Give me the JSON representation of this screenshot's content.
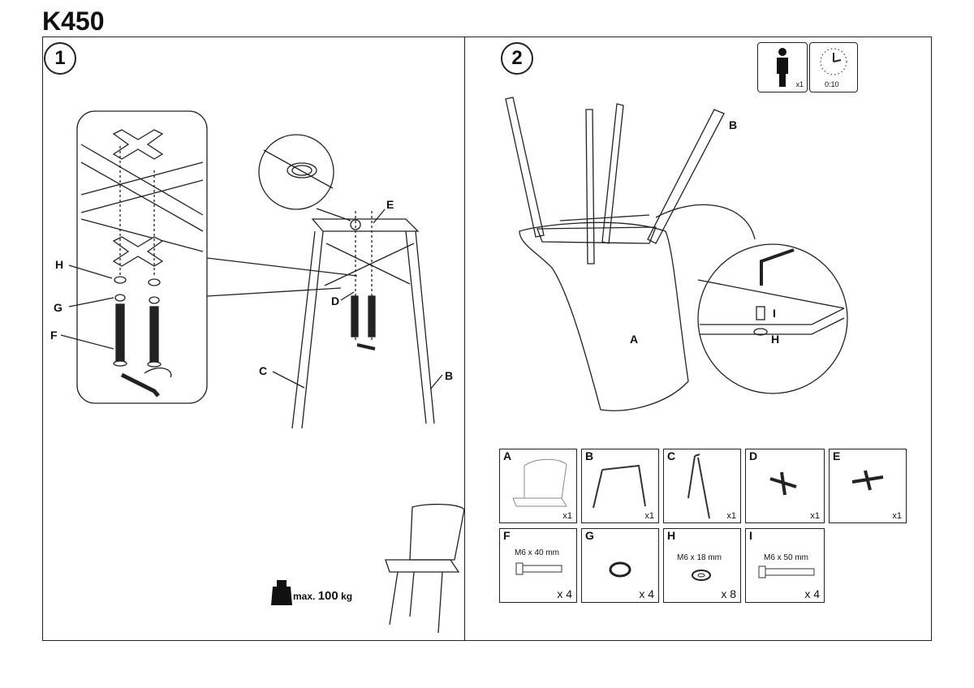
{
  "title": "K450",
  "steps": [
    "1",
    "2"
  ],
  "step1": {
    "labels": {
      "H": "H",
      "G": "G",
      "F": "F",
      "E": "E",
      "D": "D",
      "C": "C",
      "B": "B"
    },
    "max_prefix": "max.",
    "max_value": "100",
    "max_unit": "kg"
  },
  "step2": {
    "persons": "x1",
    "time": "0:10",
    "labels": {
      "A": "A",
      "B": "B",
      "I": "I",
      "H": "H"
    }
  },
  "parts": [
    {
      "letter": "A",
      "qty": "x1"
    },
    {
      "letter": "B",
      "qty": "x1"
    },
    {
      "letter": "C",
      "qty": "x1"
    },
    {
      "letter": "D",
      "qty": "x1"
    },
    {
      "letter": "E",
      "qty": "x1"
    },
    {
      "letter": "F",
      "qty": "x 4",
      "spec": "M6   x 40  mm"
    },
    {
      "letter": "G",
      "qty": "x 4"
    },
    {
      "letter": "H",
      "qty": "x 8",
      "spec": "M6   x 18  mm"
    },
    {
      "letter": "I",
      "qty": "x 4",
      "spec": "M6    x 50 mm"
    }
  ]
}
